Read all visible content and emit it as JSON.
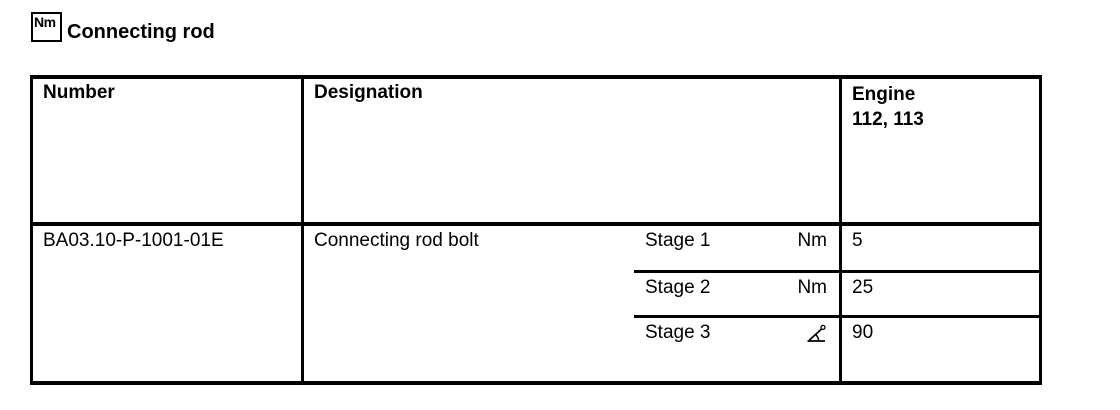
{
  "page": {
    "background": "#ffffff",
    "text_color": "#000000",
    "border_color": "#000000"
  },
  "header": {
    "icon_label": "Nm",
    "title": "Connecting rod"
  },
  "table": {
    "columns": [
      {
        "label": "Number"
      },
      {
        "label": "Designation"
      },
      {
        "label": "Engine",
        "sub_label": "112, 113"
      }
    ],
    "rows": [
      {
        "number": "BA03.10-P-1001-01E",
        "designation": "Connecting rod bolt",
        "stages": [
          {
            "label": "Stage 1",
            "unit": "Nm",
            "value": "5"
          },
          {
            "label": "Stage 2",
            "unit": "Nm",
            "value": "25"
          },
          {
            "label": "Stage 3",
            "unit_icon": "angle-degree-icon",
            "value": "90"
          }
        ]
      }
    ]
  }
}
